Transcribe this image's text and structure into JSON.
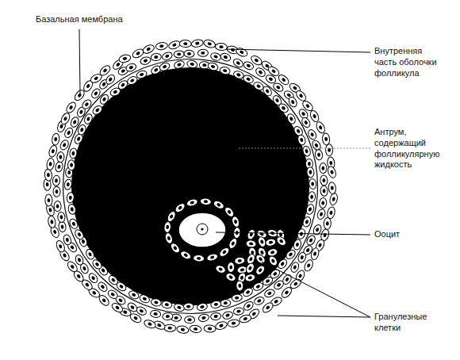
{
  "diagram": {
    "labels": [
      "Базальная мембрана",
      "Внутренняя часть оболочки фолликула",
      "Антрум, содержащий фолликулярную жидкость",
      "Ооцит",
      "Гранулезные клетки"
    ]
  }
}
